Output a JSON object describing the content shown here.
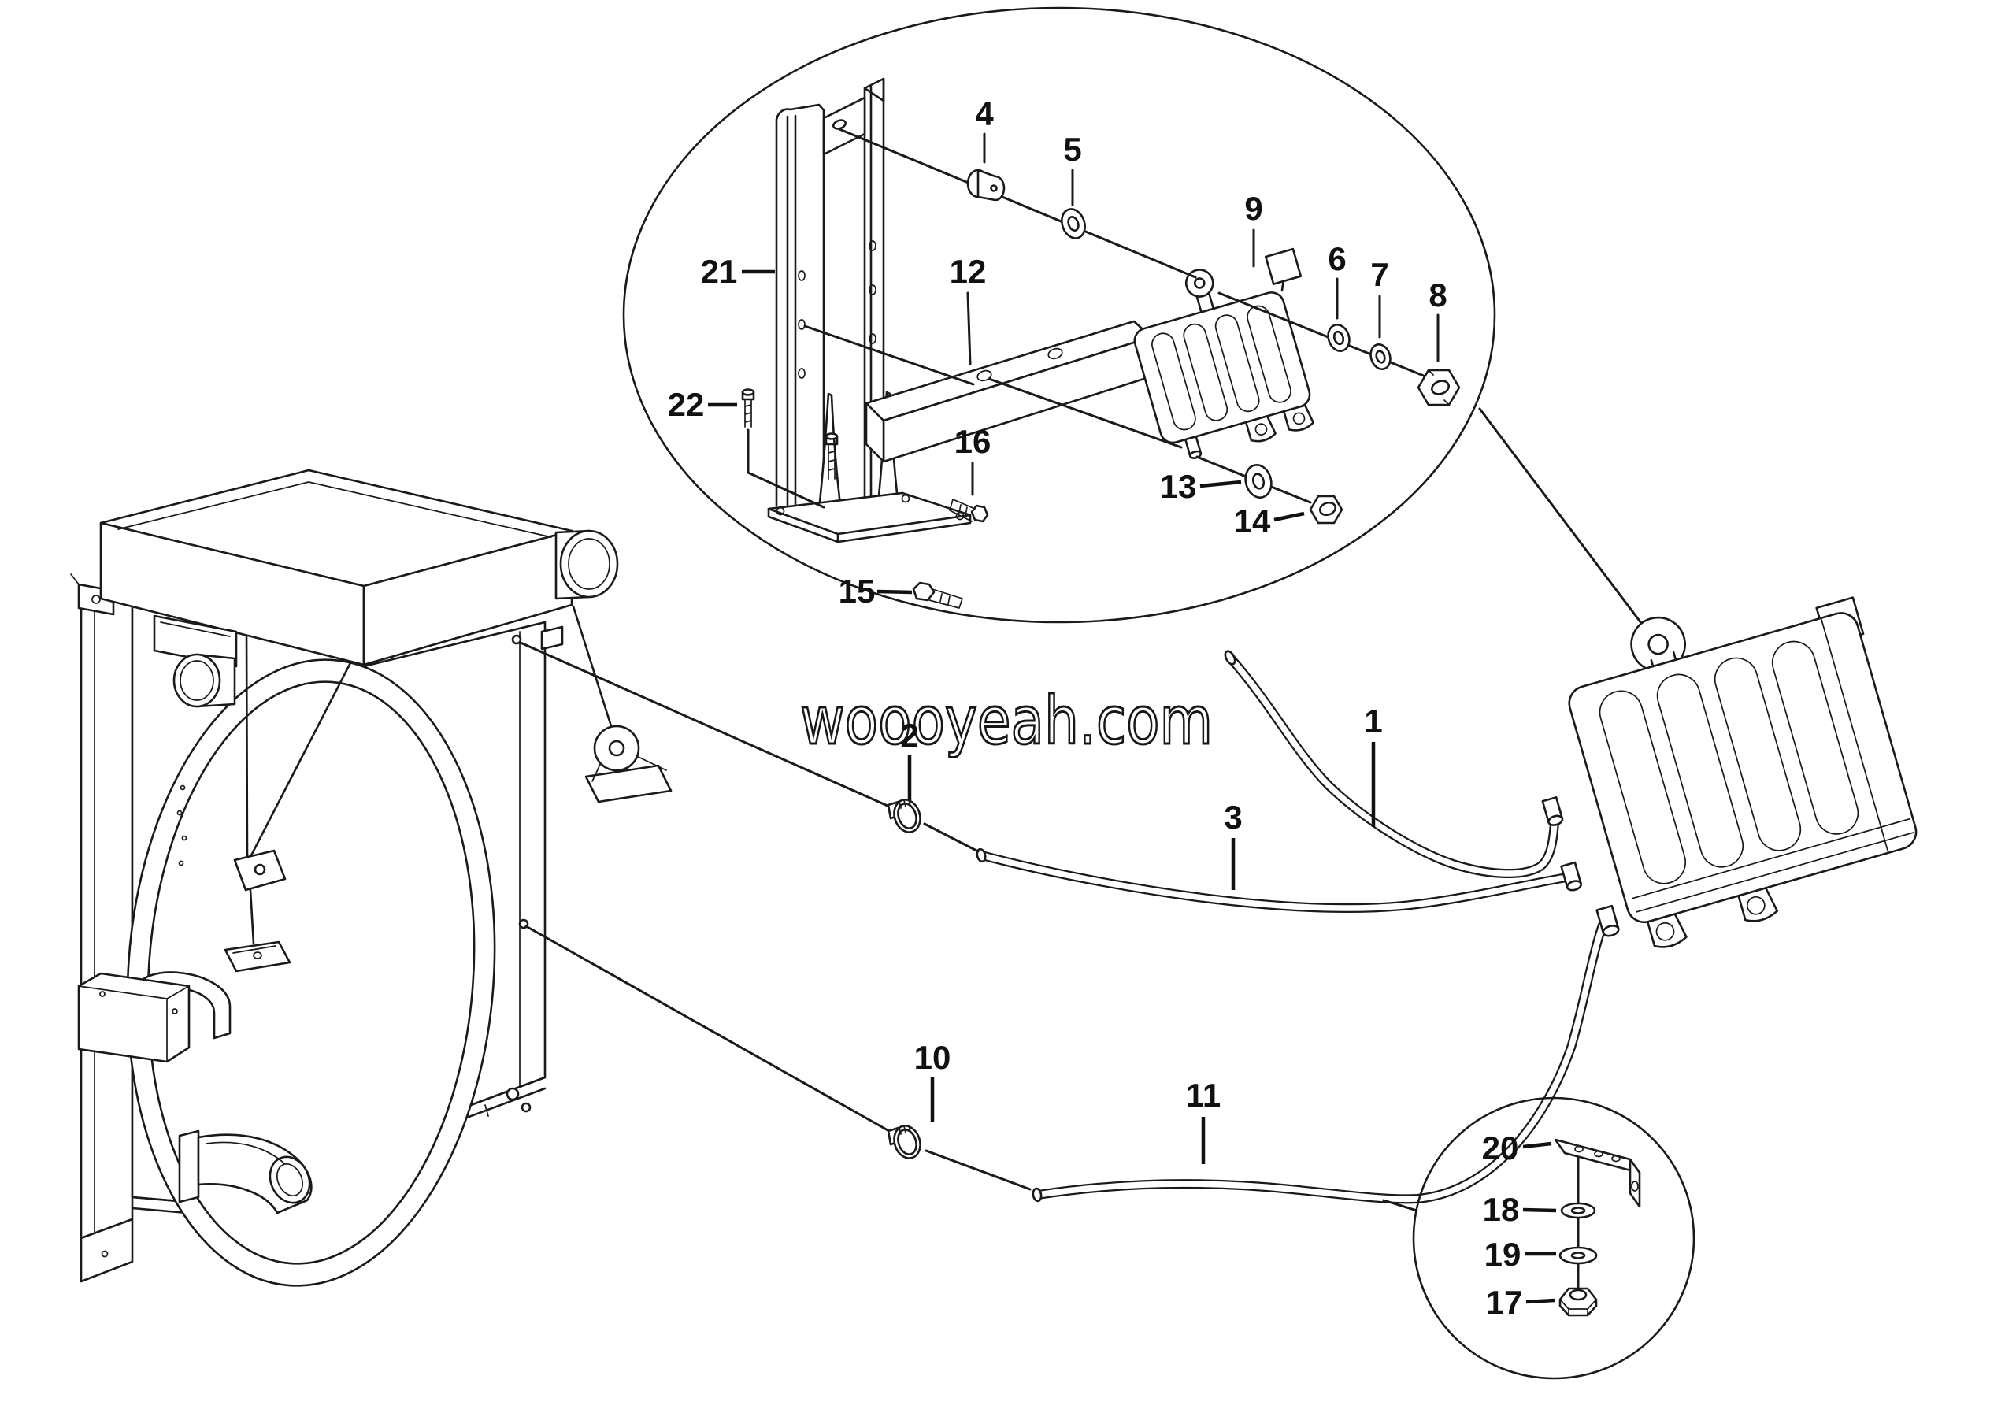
{
  "diagram": {
    "watermark": "woooyeah.com",
    "background_color": "#ffffff",
    "line_color": "#1a1a1a",
    "callouts": [
      {
        "label": "1"
      },
      {
        "label": "2"
      },
      {
        "label": "3"
      },
      {
        "label": "4"
      },
      {
        "label": "5"
      },
      {
        "label": "6"
      },
      {
        "label": "7"
      },
      {
        "label": "8"
      },
      {
        "label": "9"
      },
      {
        "label": "10"
      },
      {
        "label": "11"
      },
      {
        "label": "12"
      },
      {
        "label": "13"
      },
      {
        "label": "14"
      },
      {
        "label": "15"
      },
      {
        "label": "16"
      },
      {
        "label": "17"
      },
      {
        "label": "18"
      },
      {
        "label": "19"
      },
      {
        "label": "20"
      },
      {
        "label": "21"
      },
      {
        "label": "22"
      }
    ]
  }
}
